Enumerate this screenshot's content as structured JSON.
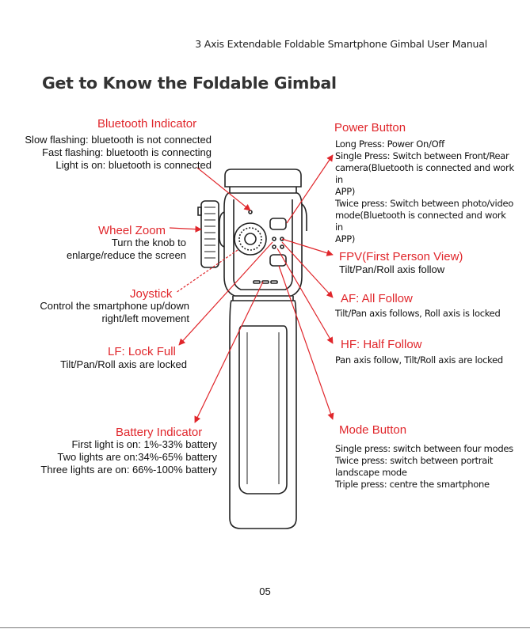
{
  "header": "3 Axis Extendable Foldable Smartphone Gimbal User Manual",
  "title": "Get to Know the Foldable Gimbal",
  "accent_color": "#e0262b",
  "callouts": {
    "bluetooth": {
      "label": "Bluetooth Indicator",
      "lines": [
        "Slow flashing: bluetooth is not connected",
        "Fast flashing: bluetooth is connecting",
        "Light is on: bluetooth is connected"
      ]
    },
    "wheel_zoom": {
      "label": "Wheel Zoom",
      "lines": [
        "Turn the knob to",
        "enlarge/reduce the screen"
      ]
    },
    "joystick": {
      "label": "Joystick",
      "lines": [
        "Control the smartphone up/down",
        "right/left movement"
      ]
    },
    "lf": {
      "label": "LF: Lock Full",
      "lines": [
        "Tilt/Pan/Roll axis are locked"
      ]
    },
    "battery": {
      "label": "Battery Indicator",
      "lines": [
        "First light is on: 1%-33% battery",
        "Two lights are on:34%-65% battery",
        "Three lights are on: 66%-100% battery"
      ]
    },
    "power": {
      "label": "Power Button",
      "lines": [
        "Long Press: Power On/Off",
        "Single Press: Switch between Front/Rear",
        "camera(Bluetooth is connected and work in",
        "APP)",
        "Twice press: Switch between photo/video",
        "mode(Bluetooth is connected and work in",
        "APP)"
      ]
    },
    "fpv": {
      "label": "FPV(First Person View)",
      "lines": [
        "Tilt/Pan/Roll axis follow"
      ]
    },
    "af": {
      "label": "AF: All Follow",
      "lines": [
        "Tilt/Pan axis follows, Roll axis is locked"
      ]
    },
    "hf": {
      "label": "HF: Half Follow",
      "lines": [
        "Pan axis follow, Tilt/Roll axis are locked"
      ]
    },
    "mode": {
      "label": "Mode Button",
      "lines": [
        "Single press: switch between four modes",
        "Twice press: switch between portrait",
        "landscape mode",
        "Triple press: centre the smartphone"
      ]
    }
  },
  "page_number": "05"
}
